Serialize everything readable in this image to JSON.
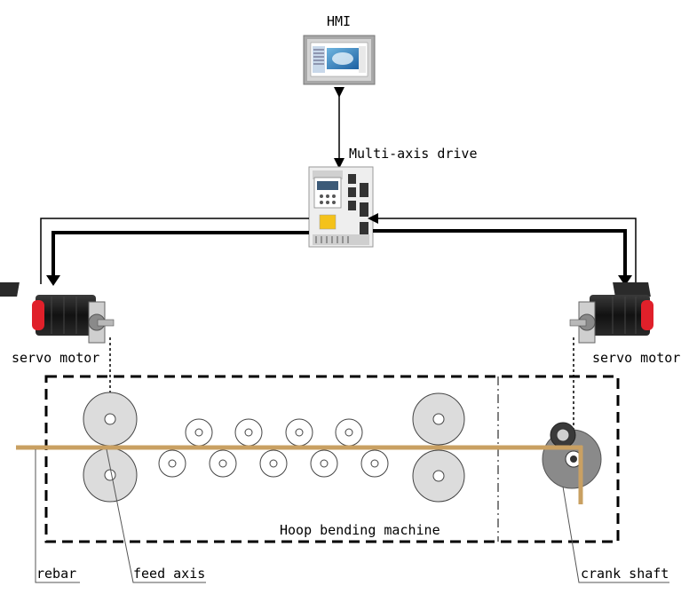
{
  "labels": {
    "hmi": "HMI",
    "drive": "Multi-axis drive",
    "servo_left": "servo motor",
    "servo_right": "servo motor",
    "machine": "Hoop bending machine",
    "rebar": "rebar",
    "feed_axis": "feed axis",
    "crank_shaft": "crank shaft"
  },
  "colors": {
    "rebar": "#c9a062",
    "roller_fill": "#dcdcdc",
    "motor_body": "#1a1a1a",
    "motor_red": "#e0202a",
    "crank": "#8a8a8a",
    "drive_body": "#f2f2f2",
    "hmi_frame": "#9a9a9a"
  }
}
